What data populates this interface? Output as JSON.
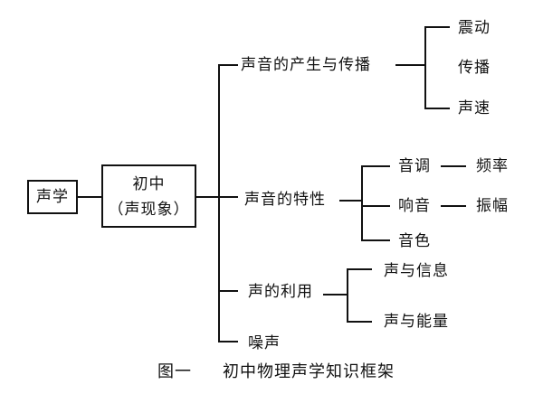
{
  "root": {
    "label": "声学"
  },
  "level": {
    "line1": "初中",
    "line2": "（声现象）"
  },
  "branches": {
    "production": {
      "label": "声音的产生与传播",
      "items": [
        "震动",
        "传播",
        "声速"
      ]
    },
    "characteristics": {
      "label": "声音的特性",
      "items": [
        {
          "label": "音调",
          "sub": "频率"
        },
        {
          "label": "响音",
          "sub": "振幅"
        },
        {
          "label": "音色",
          "sub": ""
        }
      ]
    },
    "uses": {
      "label": "声的利用",
      "items": [
        "声与信息",
        "声与能量"
      ]
    },
    "noise": {
      "label": "噪声"
    }
  },
  "caption": {
    "figure": "图一",
    "title": "初中物理声学知识框架"
  }
}
